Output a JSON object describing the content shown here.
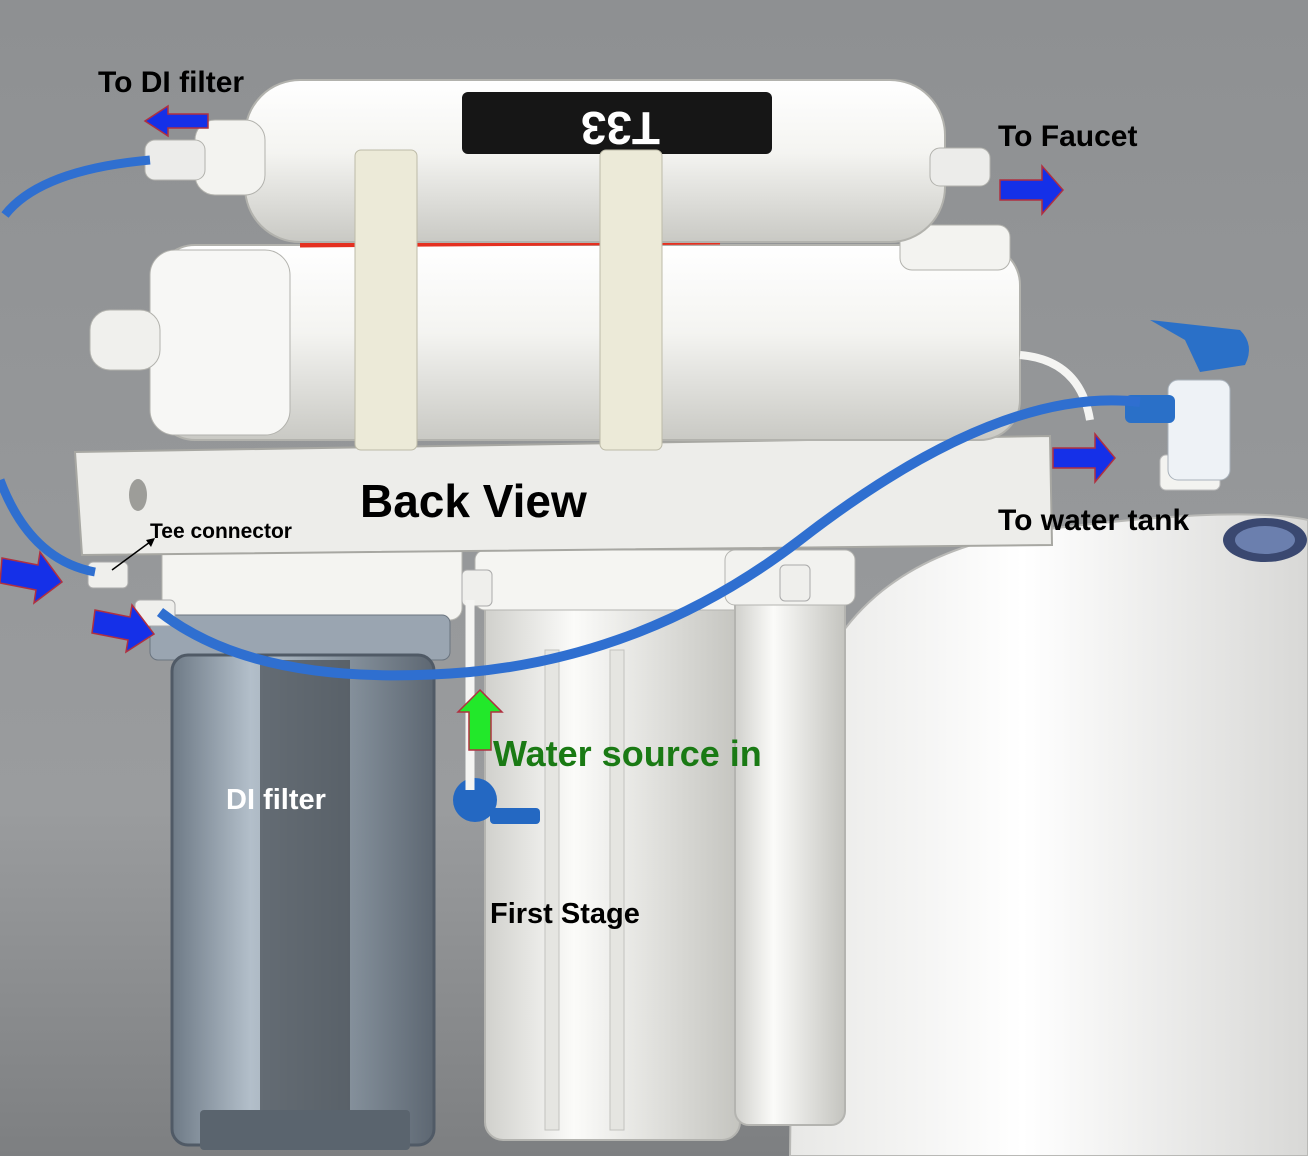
{
  "labels": {
    "to_di_filter": "To DI filter",
    "to_faucet": "To Faucet",
    "back_view": "Back View",
    "tee_connector": "Tee connector",
    "to_water_tank": "To water tank",
    "water_source_in": "Water source in",
    "di_filter": "DI filter",
    "first_stage": "First Stage"
  },
  "cartridge_marking": "T33",
  "colors": {
    "background": "#8f9193",
    "flow_arrow": "#1530e8",
    "source_arrow": "#22e82a",
    "tubing": "#2f6fd0",
    "housing": "#f2f2ef",
    "source_text": "#1a7a14"
  },
  "icons": [
    "blue-flow-arrow",
    "green-flow-arrow",
    "tee-pointer-arrow"
  ]
}
